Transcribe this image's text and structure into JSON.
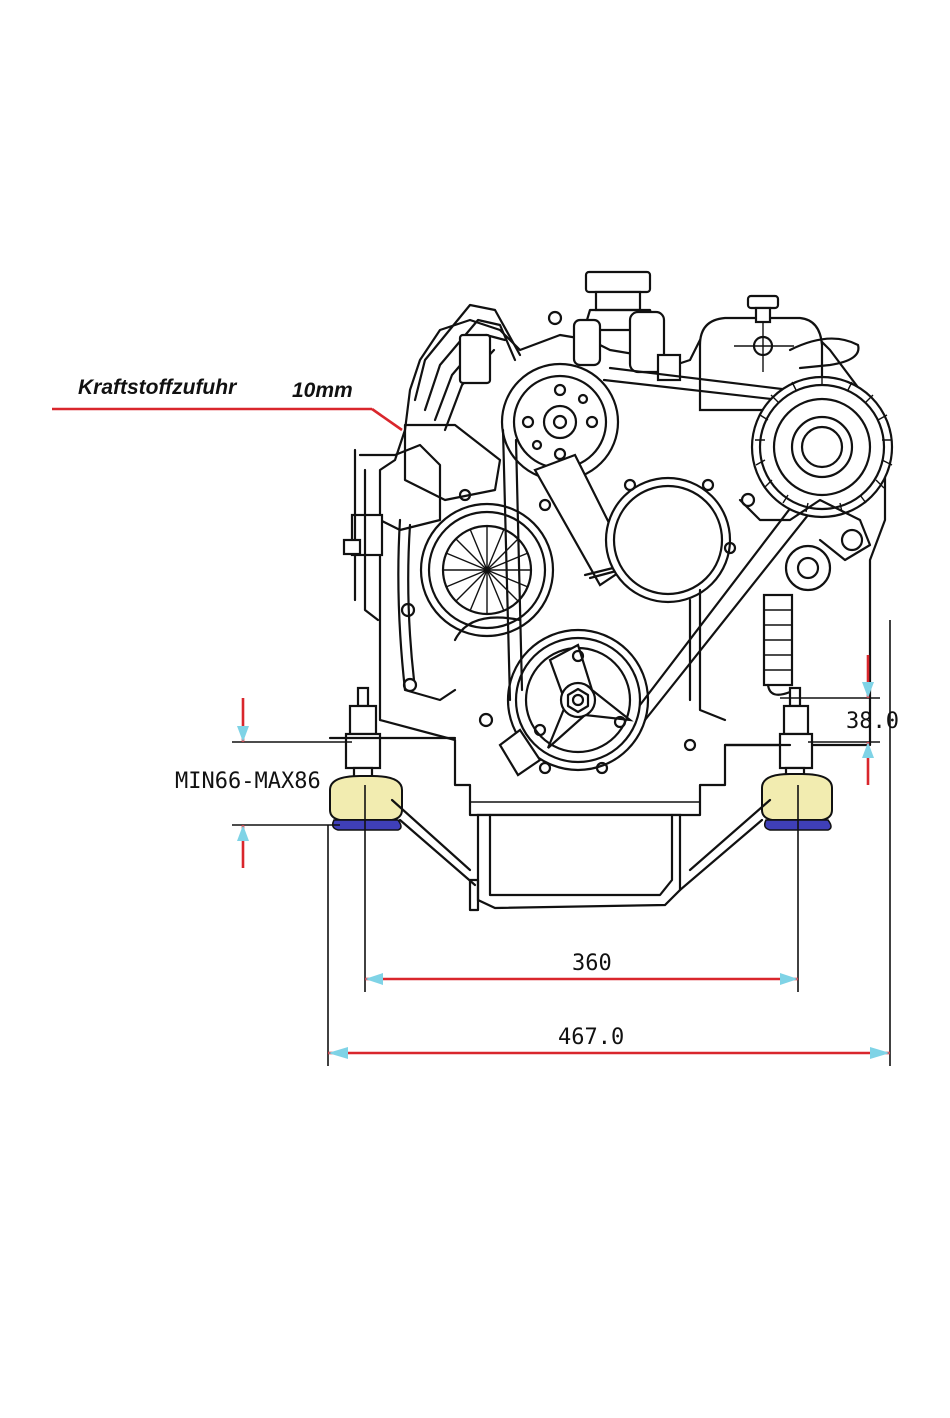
{
  "labels": {
    "fuel_supply": "Kraftstoffzufuhr",
    "fuel_supply_size": "10mm"
  },
  "dimensions": {
    "mount_height_range": "MIN66-MAX86",
    "mount_offset": "38.0",
    "mount_spacing": "360",
    "overall_width": "467.0"
  },
  "colors": {
    "dimension_line": "#d9262c",
    "arrowhead": "#7fd3e6",
    "mount_rubber": "#f2ecb0",
    "mount_base": "#3f3fb8",
    "linework": "#111111"
  }
}
